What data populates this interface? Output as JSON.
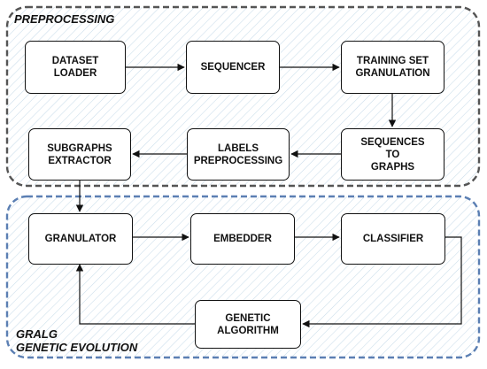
{
  "groups": {
    "preprocessing": {
      "label": "PREPROCESSING",
      "border_color": "#555555"
    },
    "gralg": {
      "label": "GRALG\nGENETIC EVOLUTION",
      "border_color": "#5b7fb3"
    }
  },
  "nodes": {
    "dataset_loader": "DATASET\nLOADER",
    "sequencer": "SEQUENCER",
    "training_set_granulation": "TRAINING SET\nGRANULATION",
    "sequences_to_graphs": "SEQUENCES\nTO\nGRAPHS",
    "labels_preprocessing": "LABELS\nPREPROCESSING",
    "subgraphs_extractor": "SUBGRAPHS\nEXTRACTOR",
    "granulator": "GRANULATOR",
    "embedder": "EMBEDDER",
    "classifier": "CLASSIFIER",
    "genetic_algorithm": "GENETIC\nALGORITHM"
  },
  "colors": {
    "hatch": "#c9dcea",
    "stroke": "#111111"
  }
}
